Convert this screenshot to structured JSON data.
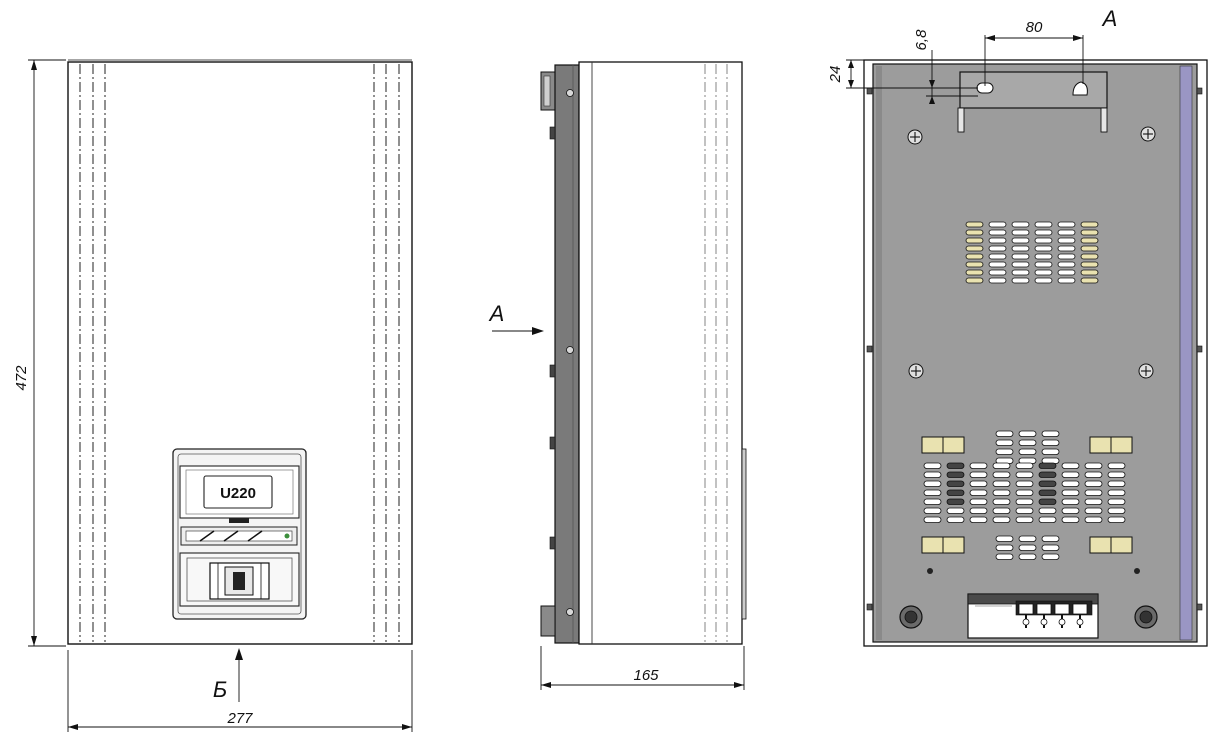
{
  "dimensions": {
    "height": "472",
    "width": "277",
    "depth": "165",
    "bracket_spacing": "80",
    "bracket_offset": "6,8",
    "bracket_top": "24"
  },
  "view_labels": {
    "side_arrow": "А",
    "rear_view": "А",
    "bottom_arrow": "Б"
  },
  "front_panel": {
    "model": "U220"
  },
  "colors": {
    "line": "#111111",
    "housing": "#ffffff",
    "rear_panel": "#9c9c9c",
    "side_bracket": "#7a7a7a",
    "rail_accent": "#9a96c4",
    "vent_fill": "#e9e2b0"
  }
}
